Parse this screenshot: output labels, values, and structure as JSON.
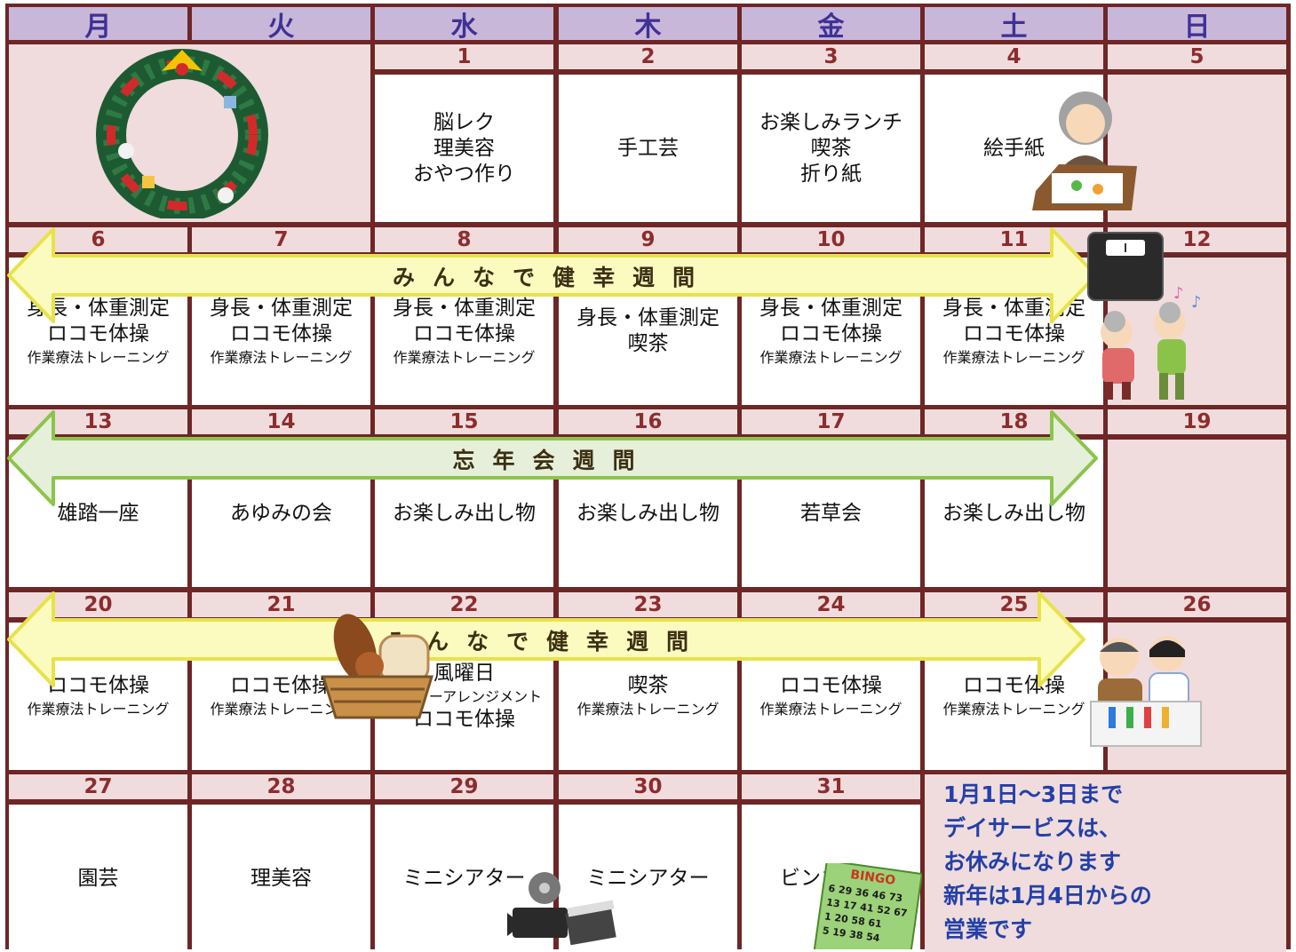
{
  "weekdays": [
    "月",
    "火",
    "水",
    "木",
    "金",
    "土",
    "日"
  ],
  "weeks": [
    {
      "days": [
        "",
        "",
        "1",
        "2",
        "3",
        "4",
        "5"
      ],
      "activities": [
        [],
        [],
        [
          {
            "t": "脳レク",
            "s": "l"
          },
          {
            "t": "理美容",
            "s": "l"
          },
          {
            "t": "おやつ作り",
            "s": "l"
          }
        ],
        [
          {
            "t": "手工芸",
            "s": "l"
          }
        ],
        [
          {
            "t": "お楽しみランチ",
            "s": "l"
          },
          {
            "t": "喫茶",
            "s": "l"
          },
          {
            "t": "折り紙",
            "s": "l"
          }
        ],
        [
          {
            "t": "絵手紙",
            "s": "l"
          }
        ],
        []
      ]
    },
    {
      "days": [
        "6",
        "7",
        "8",
        "9",
        "10",
        "11",
        "12"
      ],
      "activities": [
        [
          {
            "t": "身長・体重測定",
            "s": "l"
          },
          {
            "t": "ロコモ体操",
            "s": "l"
          },
          {
            "t": "作業療法トレーニング",
            "s": "s"
          }
        ],
        [
          {
            "t": "身長・体重測定",
            "s": "l"
          },
          {
            "t": "ロコモ体操",
            "s": "l"
          },
          {
            "t": "作業療法トレーニング",
            "s": "s"
          }
        ],
        [
          {
            "t": "身長・体重測定",
            "s": "l"
          },
          {
            "t": "ロコモ体操",
            "s": "l"
          },
          {
            "t": "作業療法トレーニング",
            "s": "s"
          }
        ],
        [
          {
            "t": "身長・体重測定",
            "s": "l"
          },
          {
            "t": "喫茶",
            "s": "l"
          }
        ],
        [
          {
            "t": "身長・体重測定",
            "s": "l"
          },
          {
            "t": "ロコモ体操",
            "s": "l"
          },
          {
            "t": "作業療法トレーニング",
            "s": "s"
          }
        ],
        [
          {
            "t": "身長・体重測定",
            "s": "l"
          },
          {
            "t": "ロコモ体操",
            "s": "l"
          },
          {
            "t": "作業療法トレーニング",
            "s": "s"
          }
        ],
        []
      ]
    },
    {
      "days": [
        "13",
        "14",
        "15",
        "16",
        "17",
        "18",
        "19"
      ],
      "activities": [
        [
          {
            "t": "雄踏一座",
            "s": "l"
          }
        ],
        [
          {
            "t": "あゆみの会",
            "s": "l"
          }
        ],
        [
          {
            "t": "お楽しみ出し物",
            "s": "l"
          }
        ],
        [
          {
            "t": "お楽しみ出し物",
            "s": "l"
          }
        ],
        [
          {
            "t": "若草会",
            "s": "l"
          }
        ],
        [
          {
            "t": "お楽しみ出し物",
            "s": "l"
          }
        ],
        []
      ]
    },
    {
      "days": [
        "20",
        "21",
        "22",
        "23",
        "24",
        "25",
        "26"
      ],
      "activities": [
        [
          {
            "t": "ロコモ体操",
            "s": "l"
          },
          {
            "t": "作業療法トレーニング",
            "s": "s"
          }
        ],
        [
          {
            "t": "ロコモ体操",
            "s": "l"
          },
          {
            "t": "作業療法トレーニング",
            "s": "s"
          }
        ],
        [
          {
            "t": "風曜日",
            "s": "l"
          },
          {
            "t": "フラワーアレンジメント",
            "s": "s"
          },
          {
            "t": "ロコモ体操",
            "s": "l"
          }
        ],
        [
          {
            "t": "喫茶",
            "s": "l"
          },
          {
            "t": "作業療法トレーニング",
            "s": "s"
          }
        ],
        [
          {
            "t": "ロコモ体操",
            "s": "l"
          },
          {
            "t": "作業療法トレーニング",
            "s": "s"
          }
        ],
        [
          {
            "t": "ロコモ体操",
            "s": "l"
          },
          {
            "t": "作業療法トレーニング",
            "s": "s"
          }
        ],
        []
      ]
    },
    {
      "days": [
        "27",
        "28",
        "29",
        "30",
        "31",
        "",
        ""
      ],
      "activities": [
        [
          {
            "t": "園芸",
            "s": "l"
          }
        ],
        [
          {
            "t": "理美容",
            "s": "l"
          }
        ],
        [
          {
            "t": "ミニシアター",
            "s": "l"
          }
        ],
        [
          {
            "t": "ミニシアター",
            "s": "l"
          }
        ],
        [
          {
            "t": "ビンゴ大会",
            "s": "l"
          }
        ],
        [],
        []
      ]
    }
  ],
  "banners": [
    {
      "text": "みんなで健幸週間",
      "fill": "#fbfbc0",
      "stroke": "#e8e24a",
      "color": "#3c2f12"
    },
    {
      "text": "忘年会週間",
      "fill": "#e6efda",
      "stroke": "#8cc44c",
      "color": "#3c2f12"
    },
    {
      "text": "みんなで健幸週間",
      "fill": "#fbfbc0",
      "stroke": "#e8e24a",
      "color": "#3c2f12"
    }
  ],
  "notice": {
    "lines": [
      "1月1日～3日まで",
      "デイサービスは、",
      "お休みになります",
      "新年は1月4日からの",
      "営業です"
    ]
  },
  "bingo_card": {
    "title": "BINGO",
    "rows": [
      "6 29 36 46 73",
      "13 17 41 52 67",
      "1 20 58 61",
      "5 19 38 54"
    ]
  },
  "colors": {
    "border": "#6e2626",
    "header_bg": "#c9b7da",
    "header_text": "#3f3195",
    "date_bg": "#f0dcdc",
    "date_text": "#8d2c2e",
    "notice_text": "#2340a8"
  },
  "illustrations": [
    "wreath-icon",
    "elderly-painting-icon",
    "bathroom-scale-icon",
    "stretching-seniors-icon",
    "bread-basket-icon",
    "caregiver-game-icon",
    "movie-camera-icon",
    "bingo-card-icon"
  ]
}
